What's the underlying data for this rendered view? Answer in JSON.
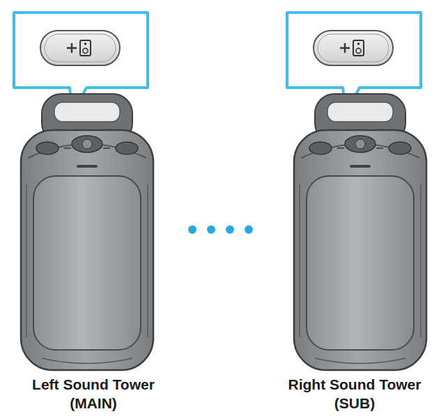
{
  "diagram": {
    "labels": [
      "Left Sound Tower",
      "(MAIN)",
      "Right Sound Tower",
      "(SUB)"
    ]
  }
}
